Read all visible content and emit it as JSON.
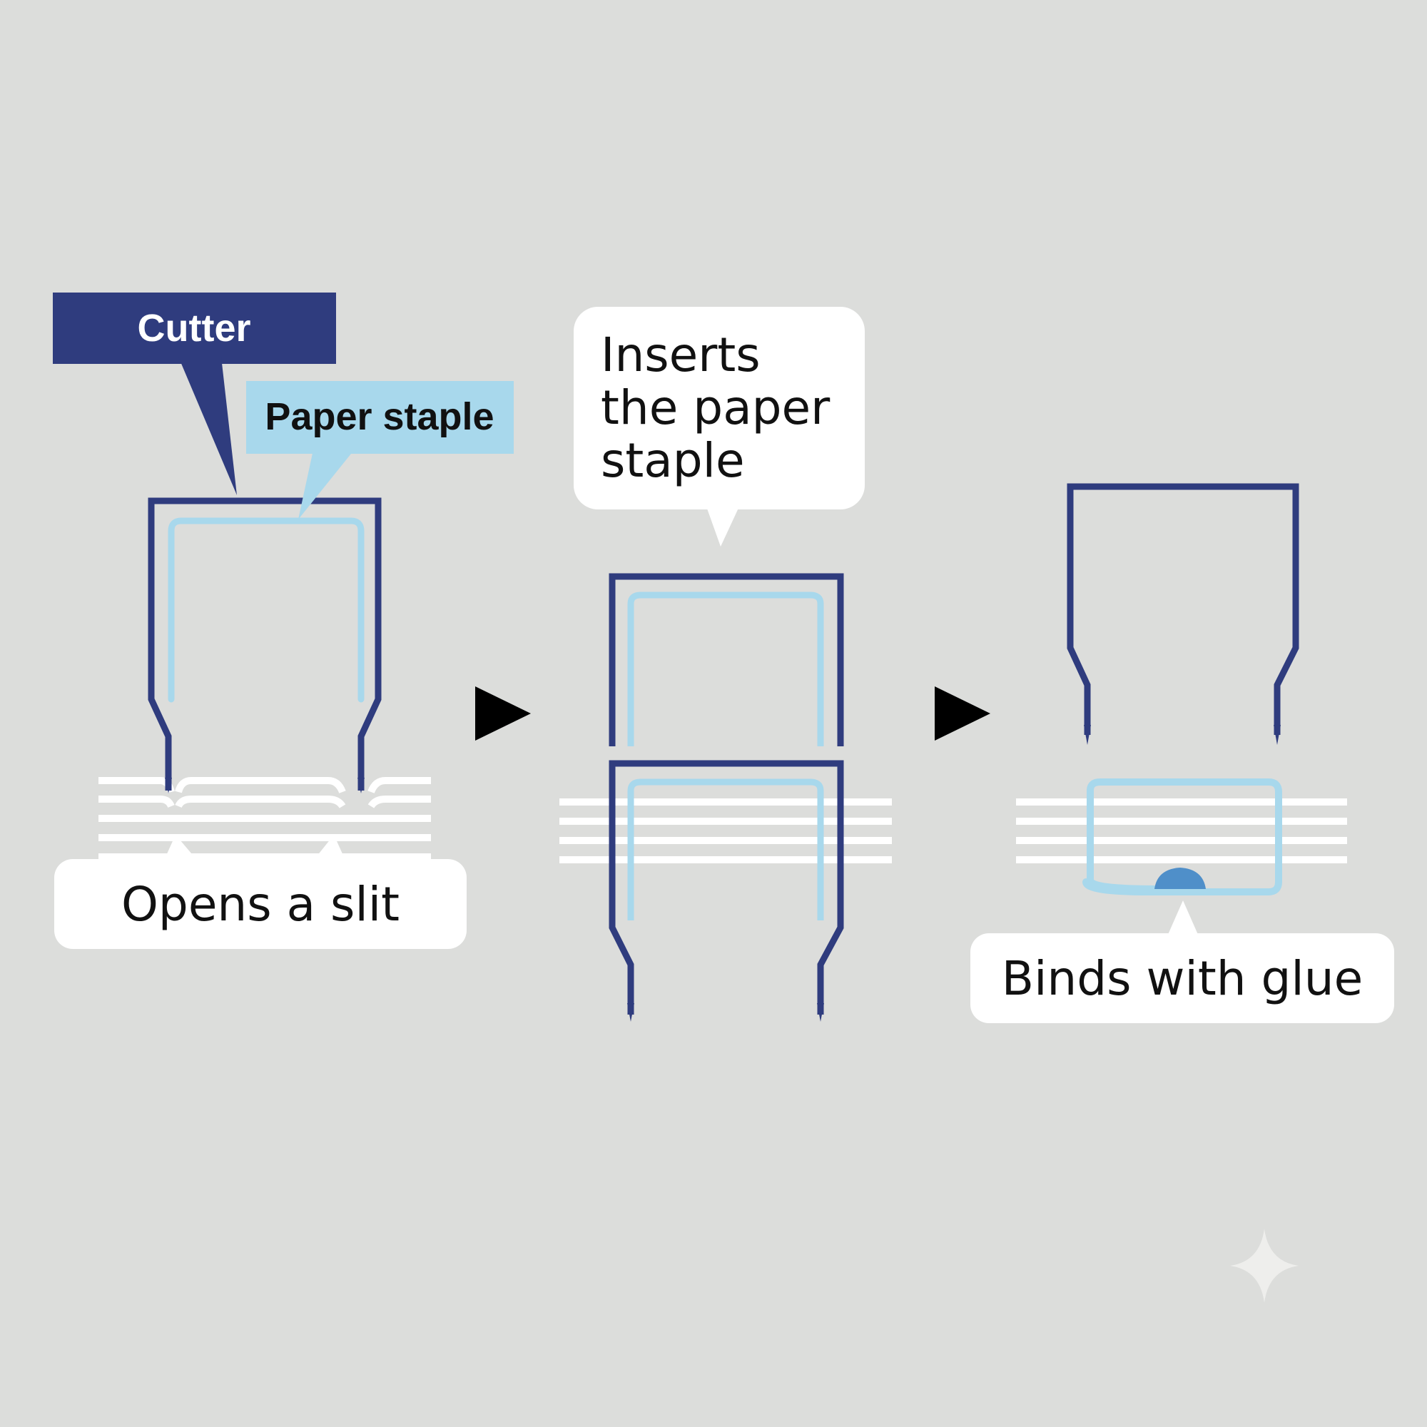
{
  "labels": {
    "cutter": "Cutter",
    "paper_staple": "Paper staple",
    "opens_slit": "Opens a slit",
    "inserts_line1": "Inserts",
    "inserts_line2": "the paper",
    "inserts_line3": "staple",
    "binds_glue": "Binds with glue"
  },
  "colors": {
    "background": "#dcdddb",
    "cutter": "#2f3c7e",
    "paper_staple": "#a8d8ec",
    "paper_staple_stroke": "#9fd0e6",
    "glue": "#4f8fc9",
    "paper": "#ffffff",
    "arrow": "#000000"
  },
  "icons": {
    "step_arrow": "triangle-right-icon",
    "watermark": "sparkle-icon"
  }
}
